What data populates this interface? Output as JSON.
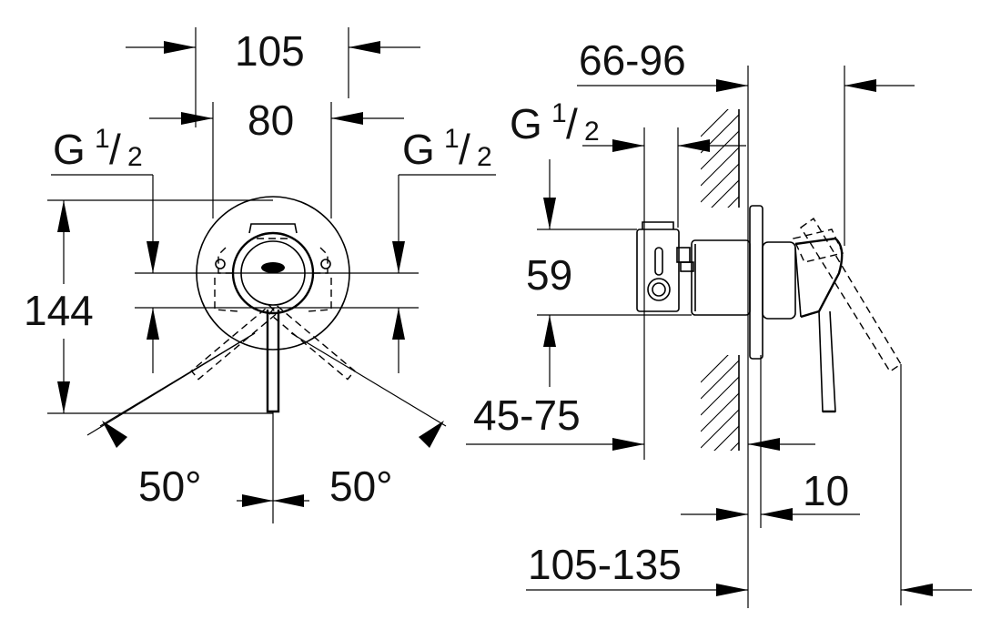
{
  "front_view": {
    "width_outer": "105",
    "width_inner": "80",
    "thread_left": {
      "letter": "G",
      "num": "1",
      "slash": "/",
      "den": "2"
    },
    "thread_right": {
      "letter": "G",
      "num": "1",
      "slash": "/",
      "den": "2"
    },
    "height": "144",
    "angle_left": "50°",
    "angle_right": "50°"
  },
  "side_view": {
    "depth_range": "66-96",
    "thread": {
      "letter": "G",
      "num": "1",
      "slash": "/",
      "den": "2"
    },
    "port_height": "59",
    "install_depth": "45-75",
    "plate_thickness": "10",
    "total_projection": "105-135"
  }
}
